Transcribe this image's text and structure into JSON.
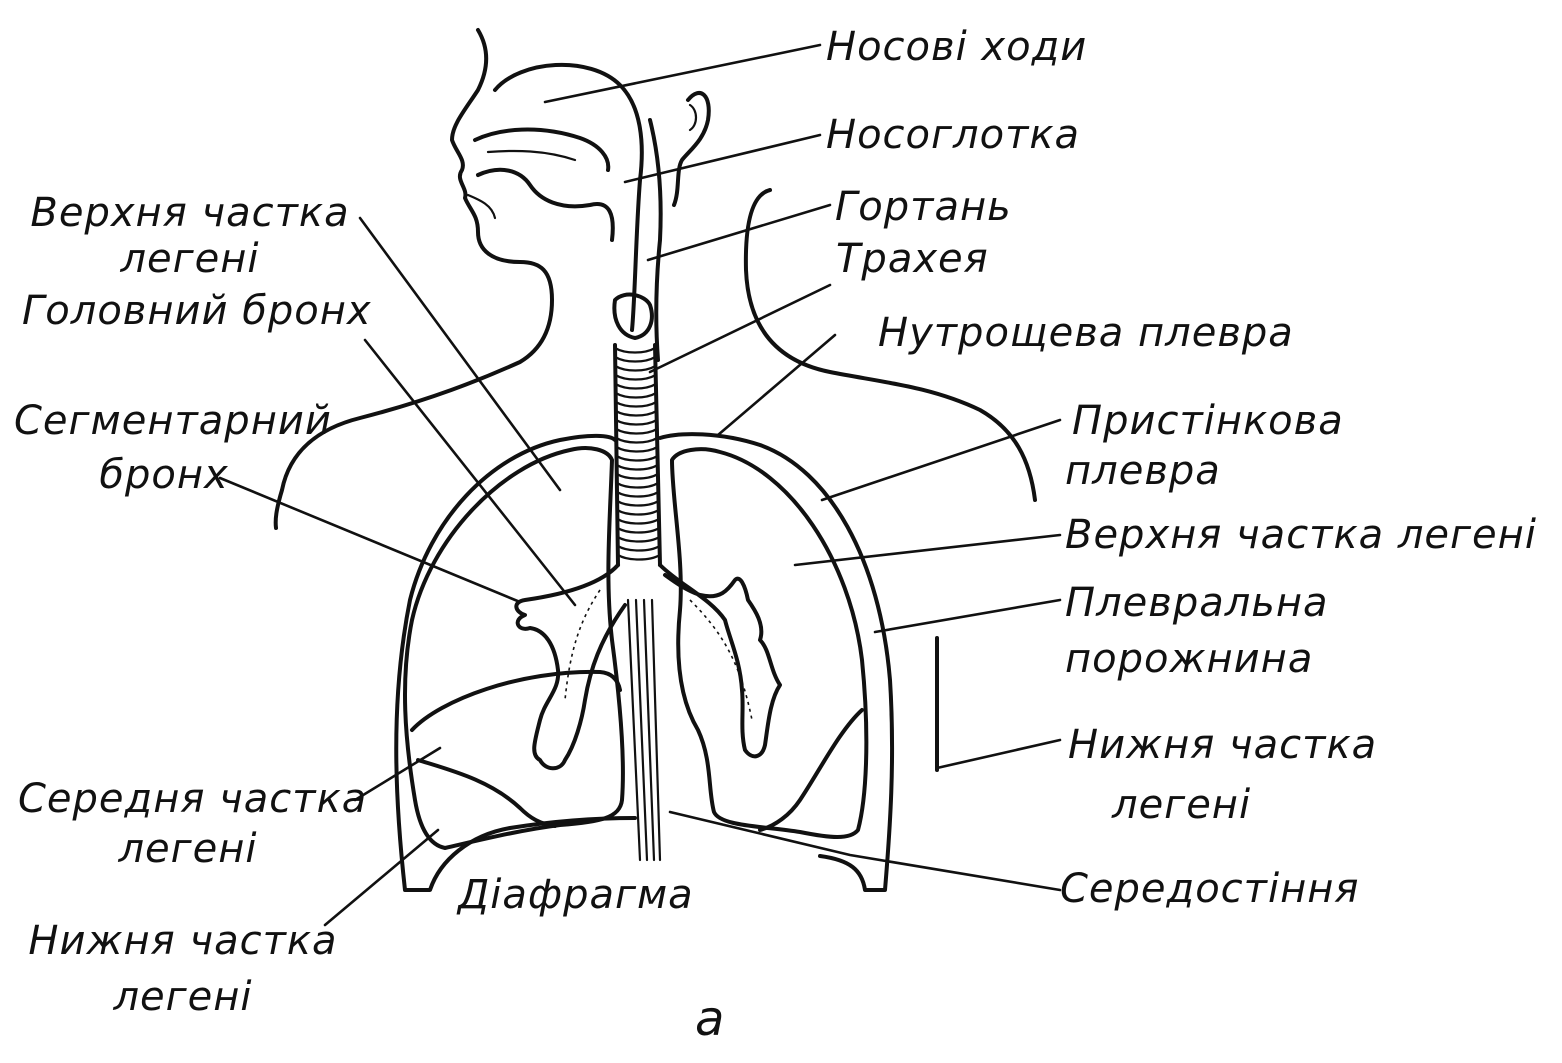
{
  "labels": {
    "nasal_passages": "Носові ходи",
    "nasopharynx": "Носоглотка",
    "larynx": "Гортань",
    "trachea": "Трахея",
    "visceral_pleura": "Нутрощева плевра",
    "parietal_pleura": [
      "Пристінкова",
      "плевра"
    ],
    "upper_lobe_right": "Верхня частка легені",
    "pleural_cavity": [
      "Плевральна",
      "порожнина"
    ],
    "lower_lobe_right": [
      "Нижня частка",
      "легені"
    ],
    "mediastinum": "Середостіння",
    "upper_lobe_left": [
      "Верхня частка",
      "легені"
    ],
    "main_bronchus": "Головний бронх",
    "segmental_bronchus": [
      "Сегментарний",
      "бронх"
    ],
    "middle_lobe": [
      "Середня частка",
      "легені"
    ],
    "lower_lobe_left": [
      "Нижня частка",
      "легені"
    ],
    "diaphragm": "Діафрагма",
    "figure_letter": "а"
  }
}
